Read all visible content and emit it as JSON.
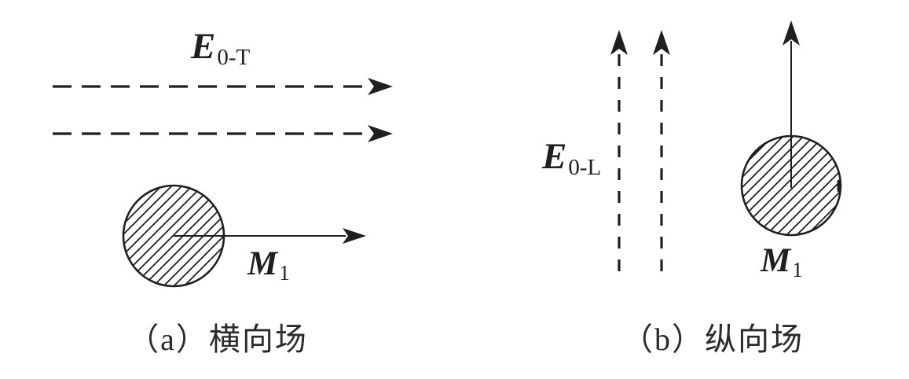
{
  "figure": {
    "colors": {
      "ink": "#1f1f1f",
      "caption_text": "#2b2b2b",
      "background": "#ffffff"
    },
    "panels": [
      {
        "id": "a",
        "field_symbol": "E",
        "field_subscript": "0-T",
        "moment_symbol": "M",
        "moment_subscript": "1",
        "caption": "（a）横向场"
      },
      {
        "id": "b",
        "field_symbol": "E",
        "field_subscript": "0-L",
        "moment_symbol": "M",
        "moment_subscript": "1",
        "caption": "（b）纵向场"
      }
    ]
  }
}
